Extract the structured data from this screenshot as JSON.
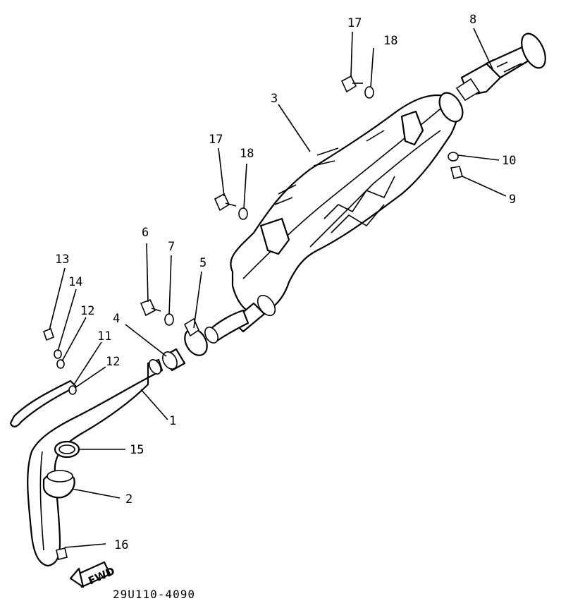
{
  "diagram": {
    "part_number": "29U110-4090",
    "direction_label": "FWD",
    "callouts": [
      {
        "id": "c1",
        "label": "1"
      },
      {
        "id": "c2",
        "label": "2"
      },
      {
        "id": "c3",
        "label": "3"
      },
      {
        "id": "c4",
        "label": "4"
      },
      {
        "id": "c5",
        "label": "5"
      },
      {
        "id": "c6",
        "label": "6"
      },
      {
        "id": "c7",
        "label": "7"
      },
      {
        "id": "c8",
        "label": "8"
      },
      {
        "id": "c9",
        "label": "9"
      },
      {
        "id": "c10",
        "label": "10"
      },
      {
        "id": "c11",
        "label": "11"
      },
      {
        "id": "c12a",
        "label": "12"
      },
      {
        "id": "c12b",
        "label": "12"
      },
      {
        "id": "c13",
        "label": "13"
      },
      {
        "id": "c14",
        "label": "14"
      },
      {
        "id": "c15",
        "label": "15"
      },
      {
        "id": "c16",
        "label": "16"
      },
      {
        "id": "c17a",
        "label": "17"
      },
      {
        "id": "c17b",
        "label": "17"
      },
      {
        "id": "c18a",
        "label": "18"
      },
      {
        "id": "c18b",
        "label": "18"
      }
    ]
  }
}
